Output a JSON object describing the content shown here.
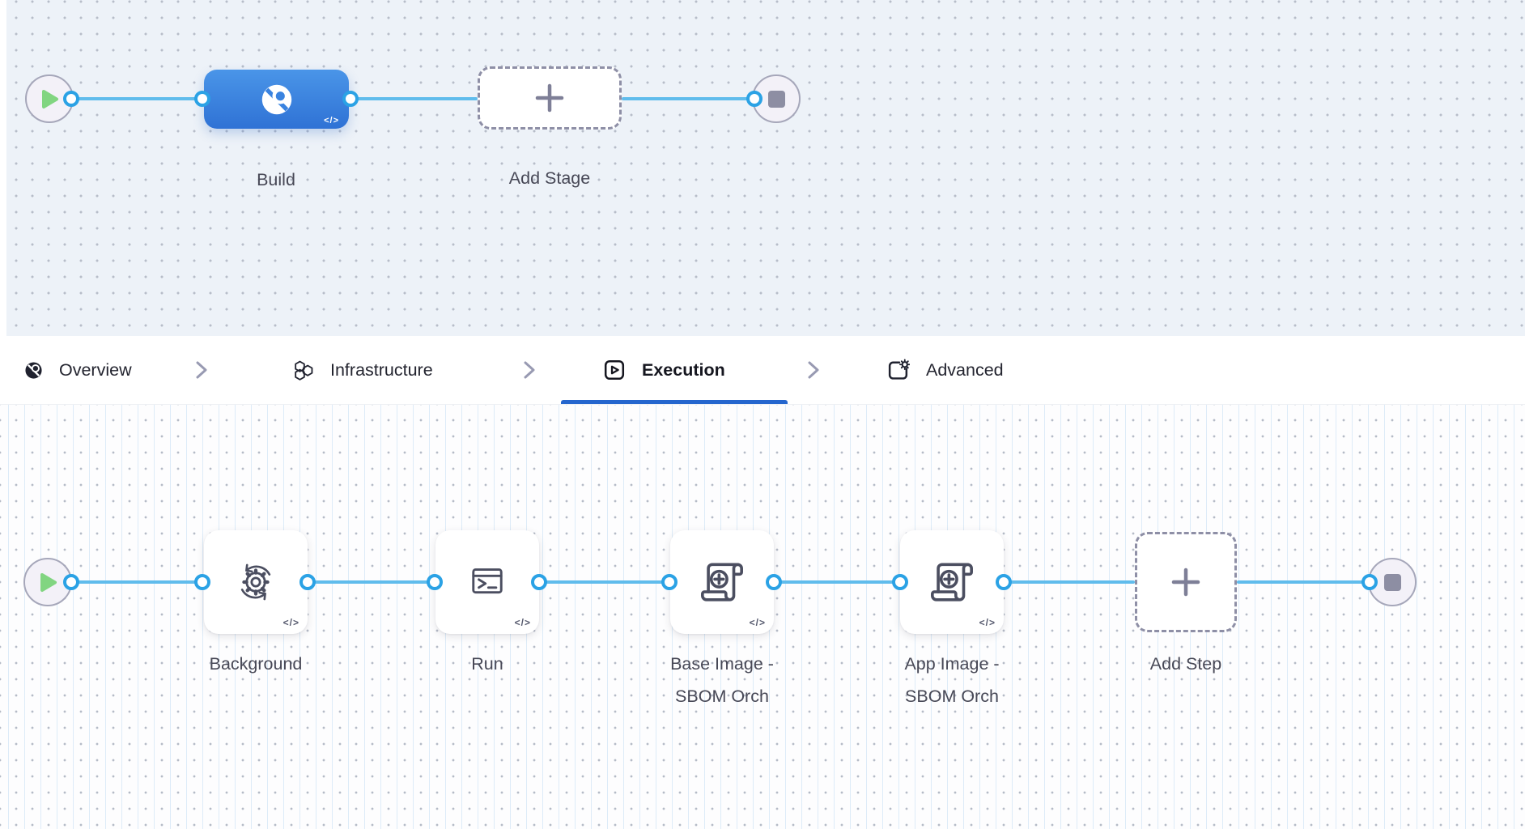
{
  "colors": {
    "stage_blue_start": "#4a95e8",
    "stage_blue_end": "#2f72d5",
    "edge_blue": "#60bcec",
    "dot_ring_blue": "#2ba2e5",
    "active_tab_underline": "#2566ce",
    "play_green": "#81d581",
    "stop_gray": "#8d8ea3",
    "canvas_top_bg": "#edf2f8",
    "canvas_bottom_bg": "#fdfdfe"
  },
  "stage_canvas": {
    "start_icon": "play-icon",
    "end_icon": "stop-icon",
    "stages": [
      {
        "label": "Build",
        "icon": "ci-build-icon",
        "code_badge": "</>"
      }
    ],
    "add_stage": {
      "label": "Add Stage",
      "icon": "plus-icon"
    }
  },
  "tabbar": {
    "separator_icon": "chevron-right-icon",
    "tabs": [
      {
        "label": "Overview",
        "icon": "ci-overview-icon",
        "active": false
      },
      {
        "label": "Infrastructure",
        "icon": "hexagons-icon",
        "active": false
      },
      {
        "label": "Execution",
        "icon": "play-square-icon",
        "active": true
      },
      {
        "label": "Advanced",
        "icon": "panel-gear-icon",
        "active": false
      }
    ]
  },
  "execution_canvas": {
    "start_icon": "play-icon",
    "end_icon": "stop-icon",
    "steps": [
      {
        "label": "Background",
        "icon": "sync-gear-icon",
        "code_badge": "</>"
      },
      {
        "label": "Run",
        "icon": "terminal-icon",
        "code_badge": "</>"
      },
      {
        "label": "Base Image - SBOM Orch",
        "icon": "sbom-scroll-icon",
        "code_badge": "</>"
      },
      {
        "label": "App Image - SBOM Orch",
        "icon": "sbom-scroll-icon",
        "code_badge": "</>"
      }
    ],
    "add_step": {
      "label": "Add Step",
      "icon": "plus-icon"
    }
  }
}
